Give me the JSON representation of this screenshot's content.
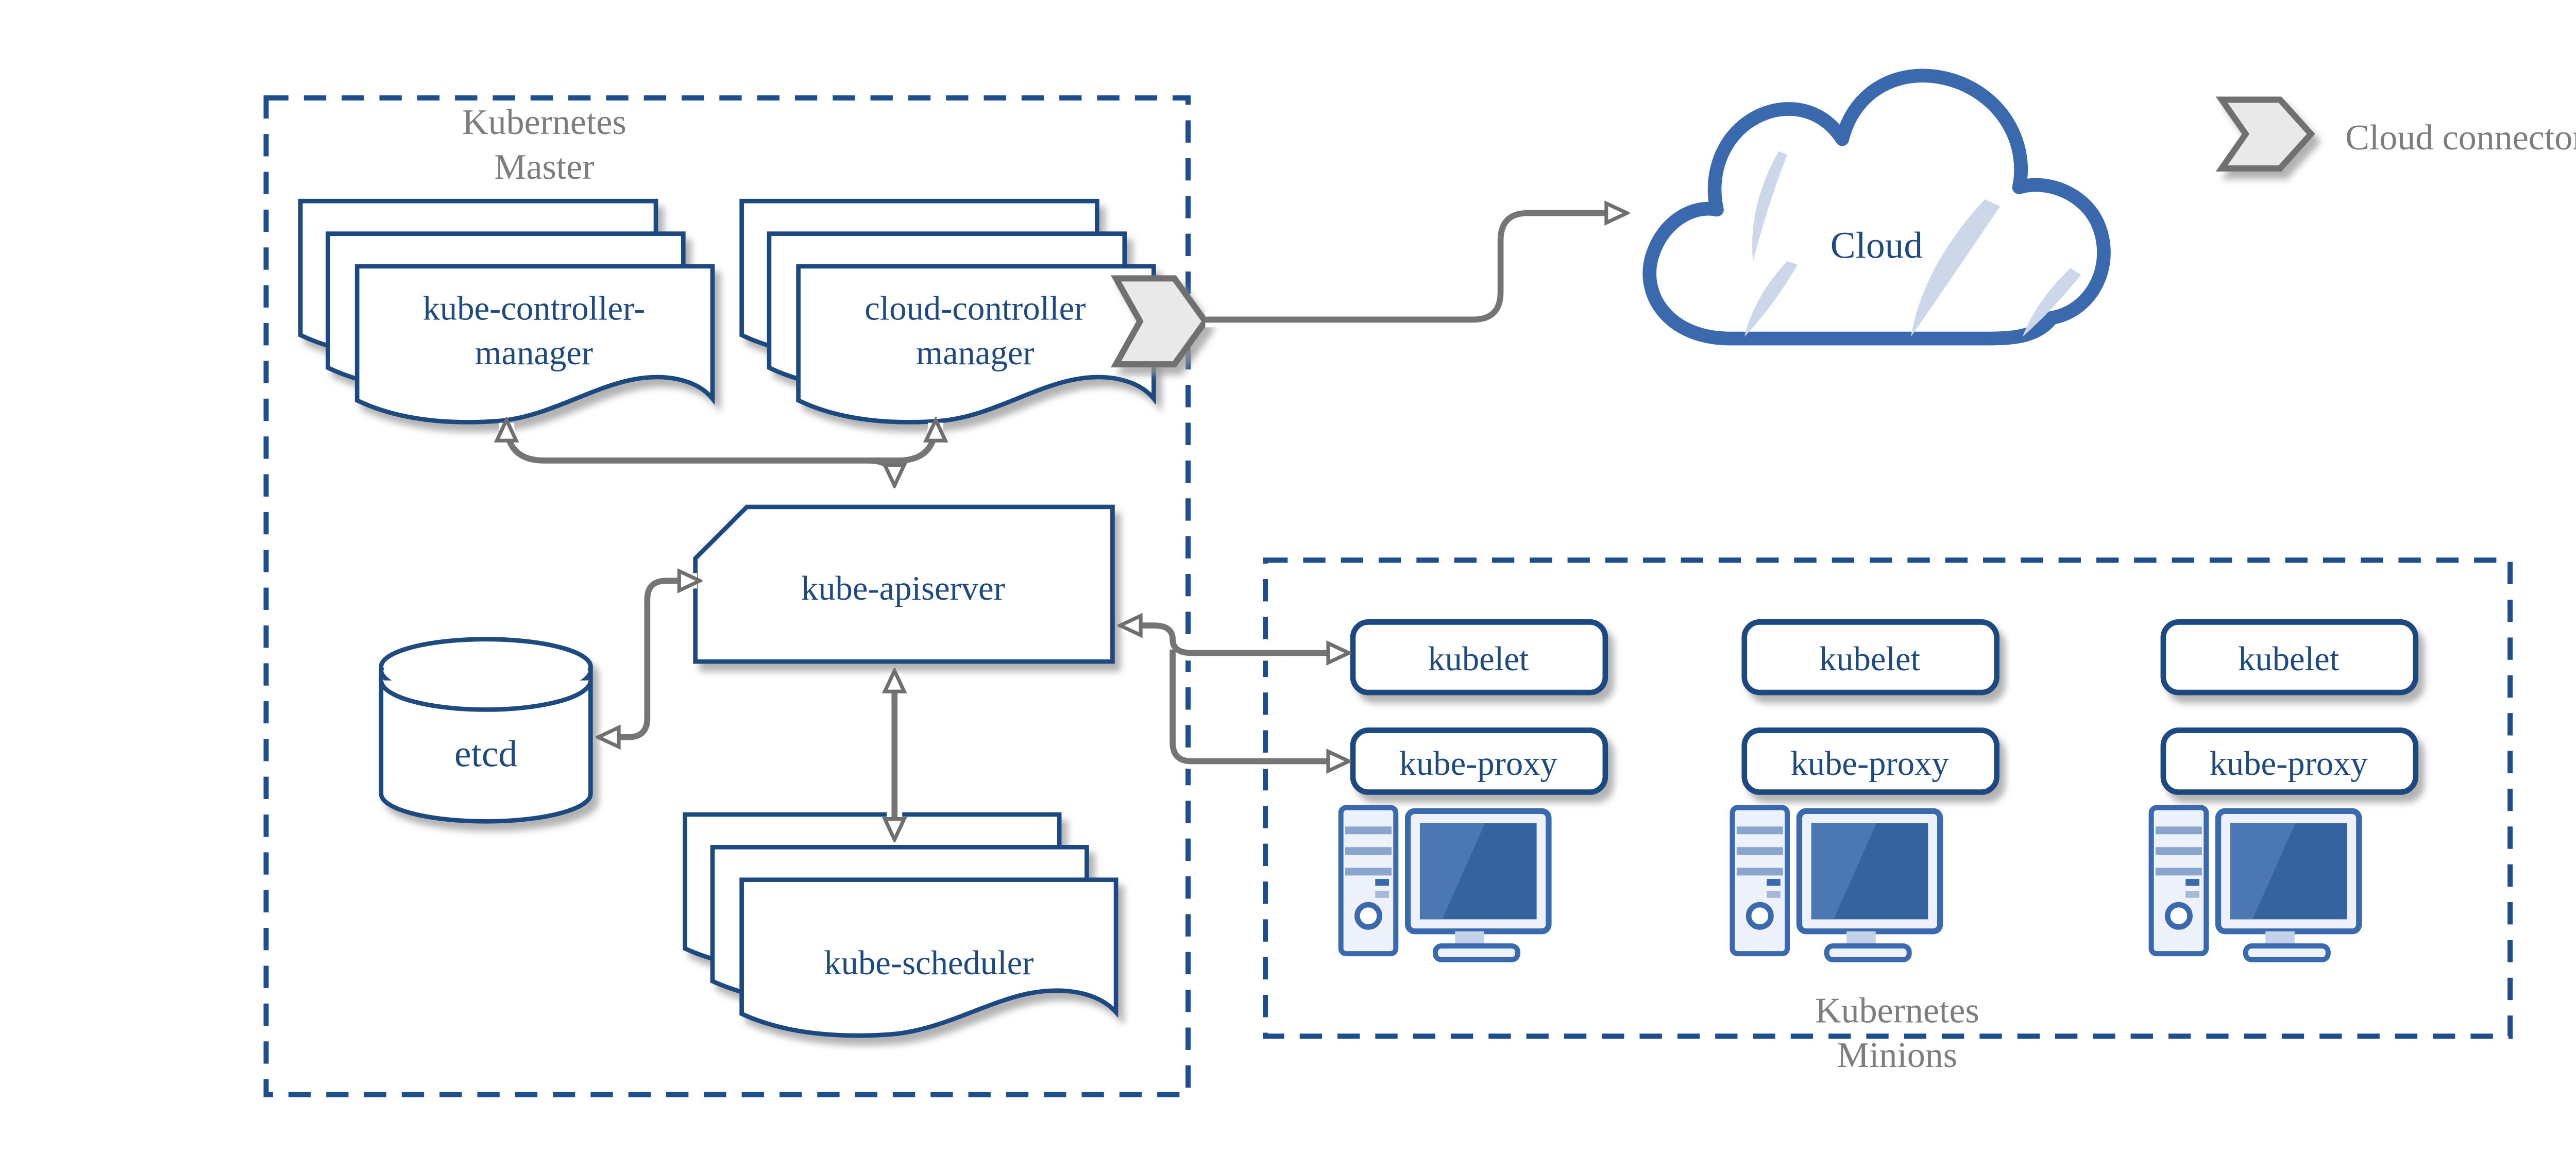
{
  "diagram": {
    "master": {
      "title_line1": "Kubernetes",
      "title_line2": "Master",
      "kube_controller_manager": {
        "line1": "kube-controller-",
        "line2": "manager"
      },
      "cloud_controller_manager": {
        "line1": "cloud-controller",
        "line2": "manager"
      },
      "kube_apiserver": "kube-apiserver",
      "etcd": "etcd",
      "kube_scheduler": "kube-scheduler"
    },
    "cloud": {
      "label": "Cloud"
    },
    "legend": {
      "cloud_connector": "Cloud connector"
    },
    "minions": {
      "title_line1": "Kubernetes",
      "title_line2": "Minions",
      "nodes": [
        {
          "kubelet": "kubelet",
          "kube_proxy": "kube-proxy"
        },
        {
          "kubelet": "kubelet",
          "kube_proxy": "kube-proxy"
        },
        {
          "kubelet": "kubelet",
          "kube_proxy": "kube-proxy"
        }
      ]
    },
    "colors": {
      "primary_blue": "#1f4a80",
      "dashed_blue": "#1f4e8c",
      "icon_blue": "#3a69ad",
      "screen_blue_dark": "#35639f",
      "screen_blue_light": "#4b77b4",
      "crescent_blue": "#ccd8ea",
      "arrow_gray": "#757575",
      "label_gray": "#7d7d7d",
      "chevron_fill": "#e9e9e9"
    }
  }
}
